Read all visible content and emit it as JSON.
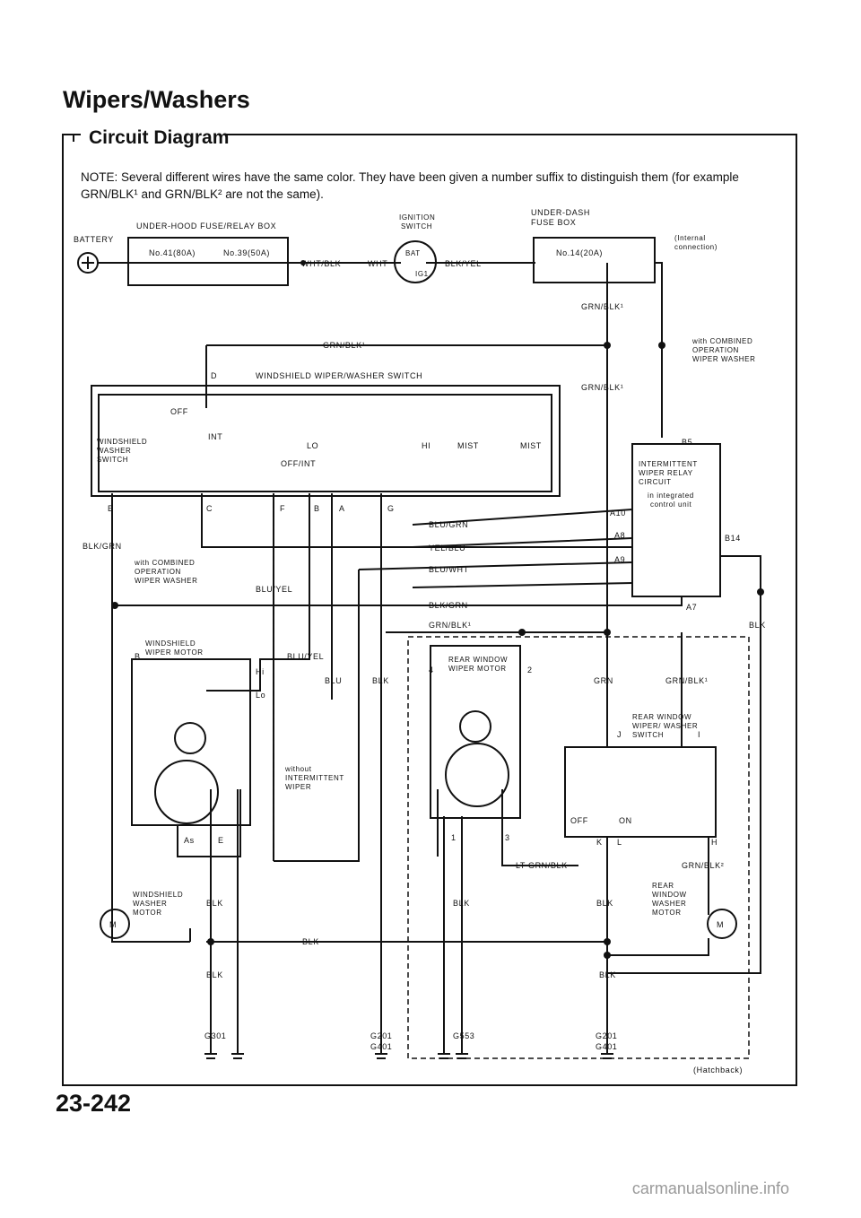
{
  "page": {
    "title": "Wipers/Washers",
    "subtitle": "Circuit Diagram",
    "note": "NOTE: Several different wires have the same color. They have been given a number suffix to distinguish them (for example GRN/BLK¹ and GRN/BLK² are not the same).",
    "page_number": "23-242",
    "watermark": "carmanualsonline.info"
  },
  "labels": {
    "battery": "BATTERY",
    "underhood_box": "UNDER-HOOD FUSE/RELAY BOX",
    "fuse41": "No.41(80A)",
    "fuse39": "No.39(50A)",
    "wht_blk": "WHT/BLK",
    "wht": "WHT",
    "ignition_switch_1": "IGNITION",
    "ignition_switch_2": "SWITCH",
    "bat": "BAT",
    "ig1": "IG1",
    "blk_yel": "BLK/YEL",
    "underdash_1": "UNDER-DASH",
    "underdash_2": "FUSE BOX",
    "fuse14": "No.14(20A)",
    "internal_1": "(Internal",
    "internal_2": "connection)",
    "grn_blk1_a": "GRN/BLK¹",
    "grn_blk1_b": "GRN/BLK¹",
    "grn_blk1_c": "GRN/BLK¹",
    "combined_1": "with COMBINED",
    "combined_2": "OPERATION",
    "combined_3": "WIPER WASHER",
    "d": "D",
    "wiper_switch_title": "WINDSHIELD WIPER/WASHER SWITCH",
    "off": "OFF",
    "int": "INT",
    "lo": "LO",
    "hi": "HI",
    "mist_a": "MIST",
    "mist_b": "MIST",
    "offint": "OFF/INT",
    "ws_washer_sw_1": "WINDSHIELD",
    "ws_washer_sw_2": "WASHER",
    "ws_washer_sw_3": "SWITCH",
    "e": "E",
    "c": "C",
    "f": "F",
    "b": "B",
    "a": "A",
    "g": "G",
    "b5": "B5",
    "relay_1": "INTERMITTENT",
    "relay_2": "WIPER RELAY",
    "relay_3": "CIRCUIT",
    "relay_4": "in integrated",
    "relay_5": "control unit",
    "a10": "A10",
    "a8": "A8",
    "a9": "A9",
    "a7": "A7",
    "b14": "B14",
    "blu_grn": "BLU/GRN",
    "yel_blu": "YEL/BLU",
    "blu_wht": "BLU/WHT",
    "blk_grn": "BLK/GRN",
    "blk_grn_left": "BLK/GRN",
    "grn_blk1_d": "GRN/BLK¹",
    "blu_yel_a": "BLU/YEL",
    "blu_yel_b": "BLU/YEL",
    "blk_right": "BLK",
    "ws_motor_1": "WINDSHIELD",
    "ws_motor_2": "WIPER MOTOR",
    "b_motor": "B",
    "hi_m": "Hi",
    "lo_m": "Lo",
    "blu": "BLU",
    "blk_a": "BLK",
    "rear_motor_1": "REAR WINDOW",
    "rear_motor_2": "WIPER MOTOR",
    "pin4": "4",
    "pin2": "2",
    "grn": "GRN",
    "grn_blk1_e": "GRN/BLK¹",
    "rear_sw_1": "REAR WINDOW",
    "rear_sw_2": "WIPER/ WASHER",
    "rear_sw_3": "SWITCH",
    "j": "J",
    "i": "I",
    "without_1": "without",
    "without_2": "INTERMITTENT",
    "without_3": "WIPER",
    "as": "As",
    "e2": "E",
    "pin1": "1",
    "pin3": "3",
    "off2": "OFF",
    "on": "ON",
    "k": "K",
    "l": "L",
    "h": "H",
    "lt_grn_blk": "LT GRN/BLK",
    "grn_blk2": "GRN/BLK²",
    "ws_washer_motor_1": "WINDSHIELD",
    "ws_washer_motor_2": "WASHER",
    "ws_washer_motor_3": "MOTOR",
    "blk_b": "BLK",
    "blk_c": "BLK",
    "blk_d": "BLK",
    "rear_washer_1": "REAR",
    "rear_washer_2": "WINDOW",
    "rear_washer_3": "WASHER",
    "rear_washer_4": "MOTOR",
    "blk_e": "BLK",
    "blk_f": "BLK",
    "blk_g": "BLK",
    "g301": "G301",
    "g201_a": "G201",
    "g401_a": "G401",
    "g553": "G553",
    "g201_b": "G201",
    "g401_b": "G401",
    "hatchback": "(Hatchback)",
    "m": "M"
  }
}
